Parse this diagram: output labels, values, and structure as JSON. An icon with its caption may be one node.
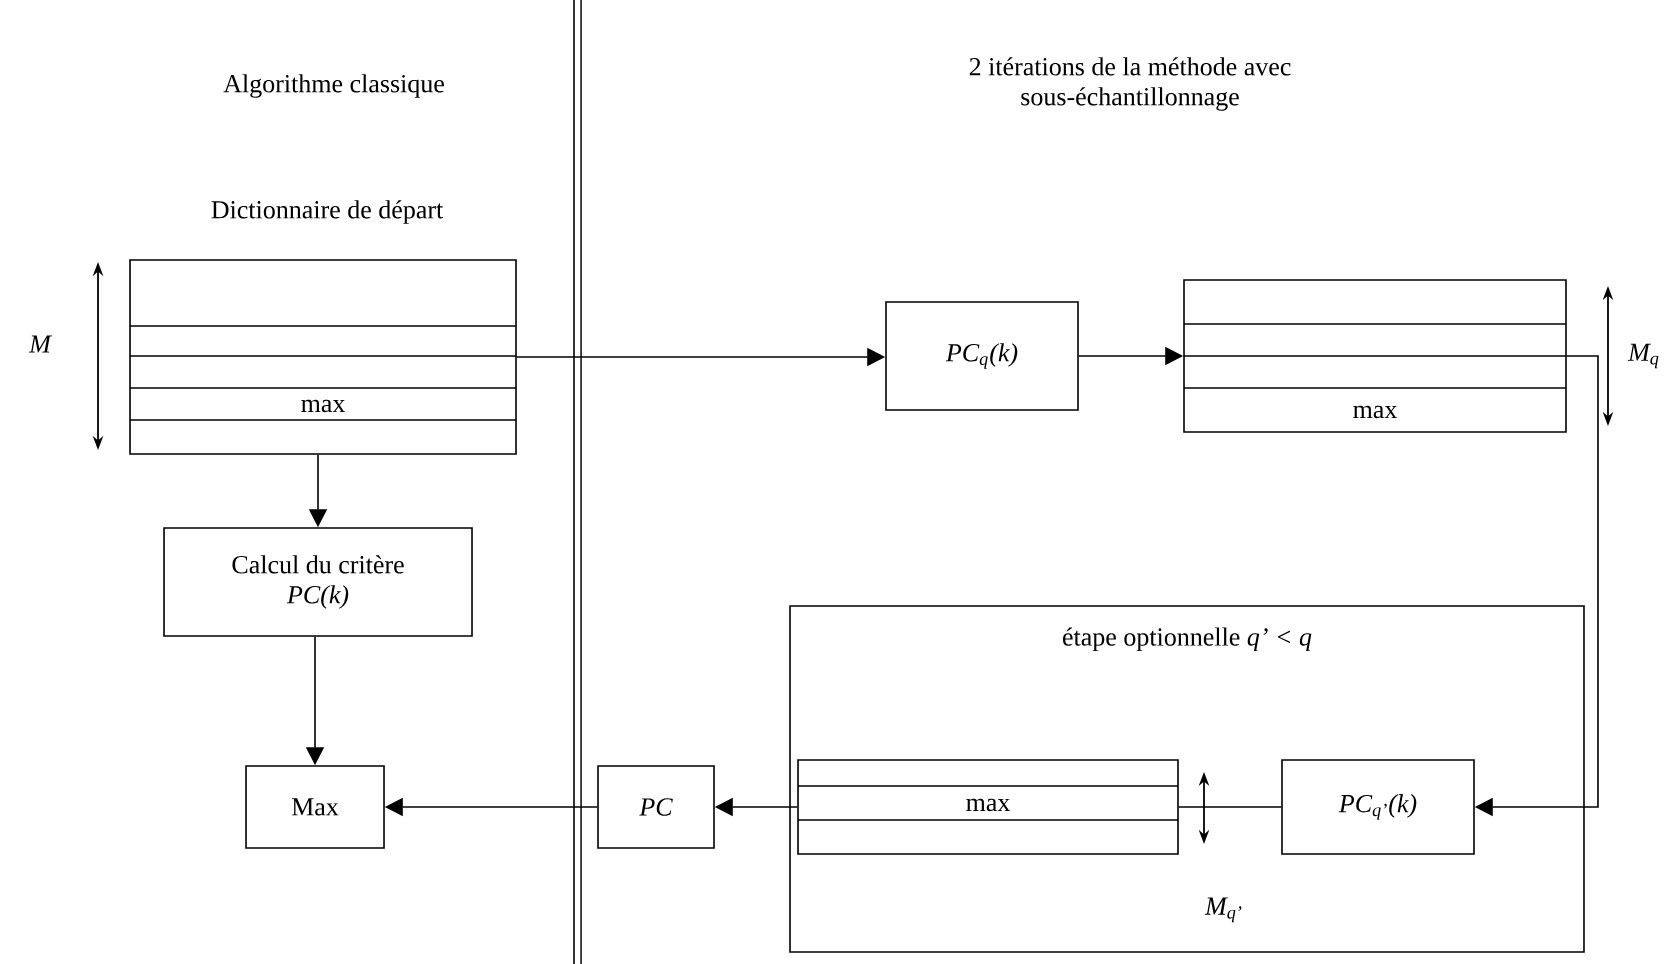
{
  "diagram": {
    "nodes": [
      {
        "text": [
          "Dictionnaire de départ",
          "max"
        ]
      },
      {
        "text": [
          "Calcul du critère *PC(k)*"
        ]
      },
      {
        "text": [
          "Max"
        ]
      },
      {
        "text": [
          "PC$_{q}$(k)"
        ]
      },
      {
        "text": [
          "max"
        ]
      },
      {
        "text": [
          "étape optionnelle *q’ < q*"
        ]
      },
      {
        "text": [
          "PC$_{q’}$(k)"
        ],
        "in": 5
      },
      {
        "text": [
          "max"
        ],
        "in": 5
      },
      {
        "text": [
          "PC"
        ]
      }
    ],
    "edges": [
      {
        "from": 0,
        "to": 1,
        "arrow": "to"
      },
      {
        "from": 1,
        "to": 2,
        "arrow": "to"
      },
      {
        "from": 0,
        "to": 3,
        "arrow": "to"
      },
      {
        "from": 3,
        "to": 4,
        "arrow": "to"
      },
      {
        "from": 4,
        "to": 6,
        "arrow": "to"
      },
      {
        "from": 6,
        "to": 7,
        "arrow": "none"
      },
      {
        "from": 7,
        "to": 8,
        "arrow": "to"
      },
      {
        "from": 8,
        "to": 2,
        "arrow": "to"
      }
    ],
    "labels": [
      "Algorithme classique",
      "2 itérations de la méthode avec sous-échantillonnage",
      "M",
      "M$_{q}$",
      "M$_{q’}$"
    ]
  }
}
